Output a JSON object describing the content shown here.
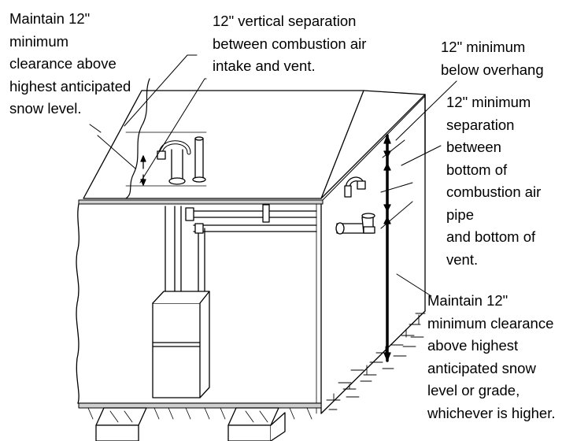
{
  "labels": {
    "snow_roof": [
      "Maintain 12\"",
      "minimum",
      "clearance above",
      "highest anticipated",
      "snow level."
    ],
    "vertical_sep": [
      "12\" vertical separation",
      "between combustion air",
      "intake and vent."
    ],
    "below_overhang": [
      "12\" minimum",
      "below overhang"
    ],
    "min_separation": [
      "12\" minimum",
      "separation",
      "between",
      "bottom of",
      "combustion air",
      "pipe",
      "and bottom of",
      "vent."
    ],
    "snow_grade": [
      "Maintain 12\"",
      "minimum clearance",
      "above highest",
      "anticipated snow",
      "level or grade,",
      "whichever is higher."
    ]
  }
}
